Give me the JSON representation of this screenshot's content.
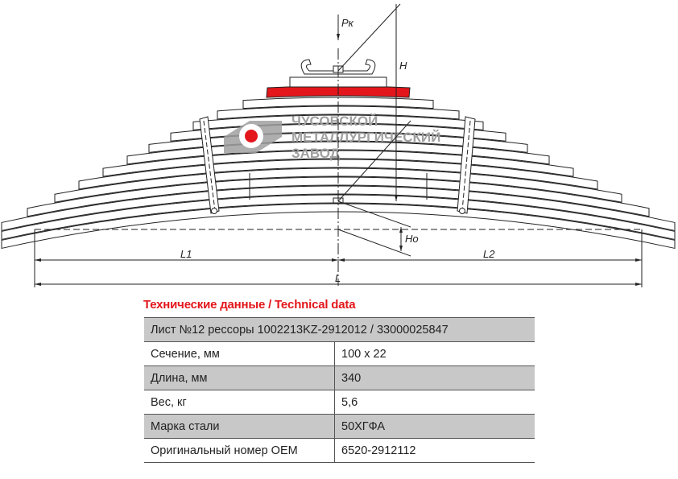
{
  "drawing": {
    "labels": {
      "force": "Pк",
      "height": "H",
      "height0": "Hо",
      "l1": "L1",
      "l2": "L2",
      "l": "L"
    },
    "watermark": {
      "line1": "ЧУСОВСКОЙ",
      "line2": "МЕТАЛЛУРГИЧЕСКИЙ",
      "line3": "ЗАВОД"
    },
    "colors": {
      "highlight_leaf": "#e3161b",
      "logo_grey": "#a0a0a0"
    }
  },
  "table": {
    "title": "Технические данные / Technical data",
    "header": "Лист №12 рессоры 1002213KZ-2912012 / 33000025847",
    "rows": [
      {
        "label": "Сечение, мм",
        "value": "100 х 22"
      },
      {
        "label": "Длина, мм",
        "value": "340"
      },
      {
        "label": "Вес, кг",
        "value": "5,6"
      },
      {
        "label": "Марка стали",
        "value": "50ХГФА"
      },
      {
        "label": "Оригинальный номер OEM",
        "value": "6520-2912112"
      }
    ]
  }
}
